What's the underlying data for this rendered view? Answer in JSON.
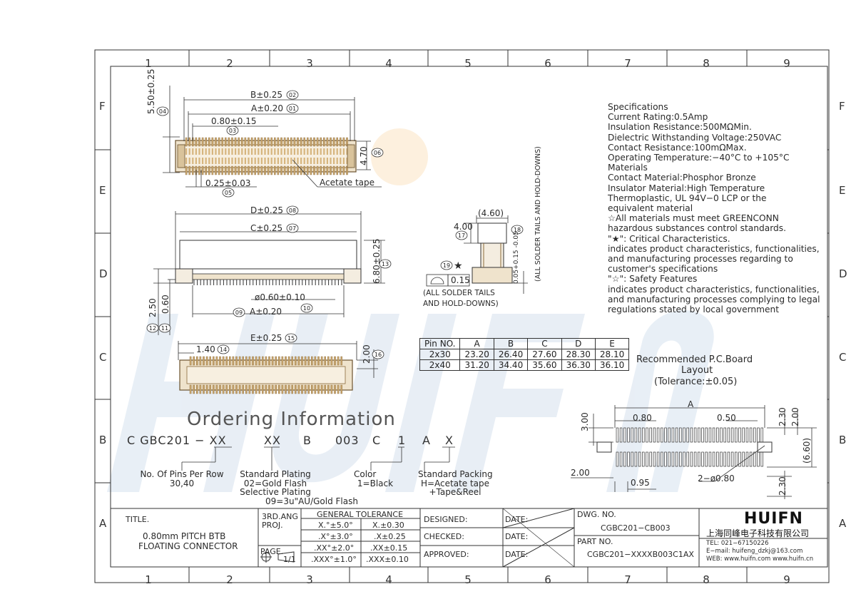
{
  "zones": {
    "columns": [
      "1",
      "2",
      "3",
      "4",
      "5",
      "6",
      "7",
      "8",
      "9"
    ],
    "rows": [
      "F",
      "E",
      "D",
      "C",
      "B",
      "A"
    ]
  },
  "dims": {
    "b_025": "B±0.25",
    "a_020": "A±0.20",
    "p080": "0.80±0.15",
    "h550": "5.50±0.25",
    "h470": "4.70",
    "w025": "0.25±0.03",
    "acetate": "Acetate tape",
    "d_025": "D±0.25",
    "c_025": "C±0.25",
    "h680": "6.80±0.25",
    "phi060": "ø0.60±0.10",
    "a_020b": "A±0.20",
    "h250": "2.50",
    "h060": "0.60",
    "e_025": "E±0.25",
    "w140": "1.40",
    "h200": "2.00",
    "side_460": "(4.60)",
    "side_400": "4.00",
    "side_005": "0.05+0.15 -0.05",
    "all_tails_v": "(ALL SOLDER TAILS AND HOLD-DOWNS)",
    "flat_015": "0.15",
    "all_tails_1": "(ALL SOLDER TAILS",
    "all_tails_2": "AND HOLD-DOWNS)",
    "pcb_a": "A",
    "pcb_080": "0.80",
    "pcb_050": "0.50",
    "pcb_300": "3.00",
    "pcb_230a": "2.30",
    "pcb_200a": "2.00",
    "pcb_660": "(6.60)",
    "pcb_200b": "2.00",
    "pcb_095": "0.95",
    "pcb_phi": "2−ø0.80",
    "pcb_230b": "2.30"
  },
  "balloons": {
    "b02": "02",
    "b01": "01",
    "b03": "03",
    "b04": "04",
    "b05": "05",
    "b06": "06",
    "b08": "08",
    "b07": "07",
    "b13": "13",
    "b10": "10",
    "b09": "09",
    "b12": "12",
    "b11": "11",
    "b15": "15",
    "b14": "14",
    "b16": "16",
    "b17": "17",
    "b18": "18",
    "b19": "19"
  },
  "specs": {
    "lines": [
      "Specifications",
      "Current Rating:0.5Amp",
      "Insulation Resistance:500MΩMin.",
      "Dielectric Withstanding Voltage:250VAC",
      "Contact Resistance:100mΩMax.",
      "Operating Temperature:−40°C to +105°C",
      "Materials",
      "Contact Material:Phosphor Bronze",
      "Insulator Material:High Temperature",
      "Thermoplastic, UL 94V−0 LCP or the",
      "equivalent material",
      "☆All materials must meet GREENCONN",
      "hazardous substances control standards.",
      "\"★\": Critical Characteristics.",
      "indicates product characteristics, functionalities,",
      "and manufacturing processes regarding to",
      "customer's specifications",
      "\"☆\": Safety Features",
      "indicates product characteristics, functionalities,",
      "and manufacturing processes complying to legal",
      "regulations stated by local government"
    ]
  },
  "pin_table": {
    "headers": [
      "Pin NO.",
      "A",
      "B",
      "C",
      "D",
      "E"
    ],
    "rows": [
      [
        "2x30",
        "23.20",
        "26.40",
        "27.60",
        "28.30",
        "28.10"
      ],
      [
        "2x40",
        "31.20",
        "34.40",
        "35.60",
        "36.30",
        "36.10"
      ]
    ]
  },
  "pcb": {
    "title": "Recommended P.C.Board",
    "subtitle": "Layout",
    "tolerance": "(Tolerance:±0.05)"
  },
  "ordering": {
    "title": "Ordering Information",
    "part_segments": [
      "C GBC201 − XX",
      "XX",
      "B",
      "003",
      "C",
      "1",
      "A",
      "X"
    ],
    "pins_desc_1": "No. Of Pins Per Row",
    "pins_desc_2": "30,40",
    "plating_1": "Standard Plating",
    "plating_2": "02=Gold Flash",
    "plating_3": "Selective Plating",
    "plating_4": "09=3u\"AU/Gold Flash",
    "color_1": "Color",
    "color_2": "1=Black",
    "pack_1": "Standard Packing",
    "pack_2": "H=Acetate tape",
    "pack_3": "+Tape&Reel"
  },
  "title_block": {
    "title_label": "TITLE.",
    "title_1": "0.80mm PITCH BTB",
    "title_2": "FLOATING CONNECTOR",
    "proj_1": "3RD.ANG",
    "proj_2": "PROJ.",
    "page_label": "PAGE.",
    "page_value": "1/1",
    "tol_header": "GENERAL TOLERANCE",
    "tol": [
      [
        "X.°±5.0°",
        "X.±0.30"
      ],
      [
        ".X°±3.0°",
        ".X±0.25"
      ],
      [
        ".XX°±2.0°",
        ".XX±0.15"
      ],
      [
        ".XXX°±1.0°",
        ".XXX±0.10"
      ]
    ],
    "designed": "DESIGNED:",
    "checked": "CHECKED:",
    "approved": "APPROVED:",
    "date": "DATE:",
    "dwg_label": "DWG. NO.",
    "dwg_value": "CGBC201−CB003",
    "part_label": "PART NO.",
    "part_value": "CGBC201−XXXXB003C1AX",
    "brand": "HUIFN",
    "company": "上海同峰电子科技有限公司",
    "tel": "TEL: 021−67150226",
    "email": "E−mail: huifeng_dzkj@163.com",
    "web": "WEB: www.huifn.com   www.huifn.cn"
  },
  "colors": {
    "connector": "#c8a66e",
    "connector_dark": "#8a6a3a",
    "watermark": "#d6e1ee",
    "line": "#333333"
  }
}
